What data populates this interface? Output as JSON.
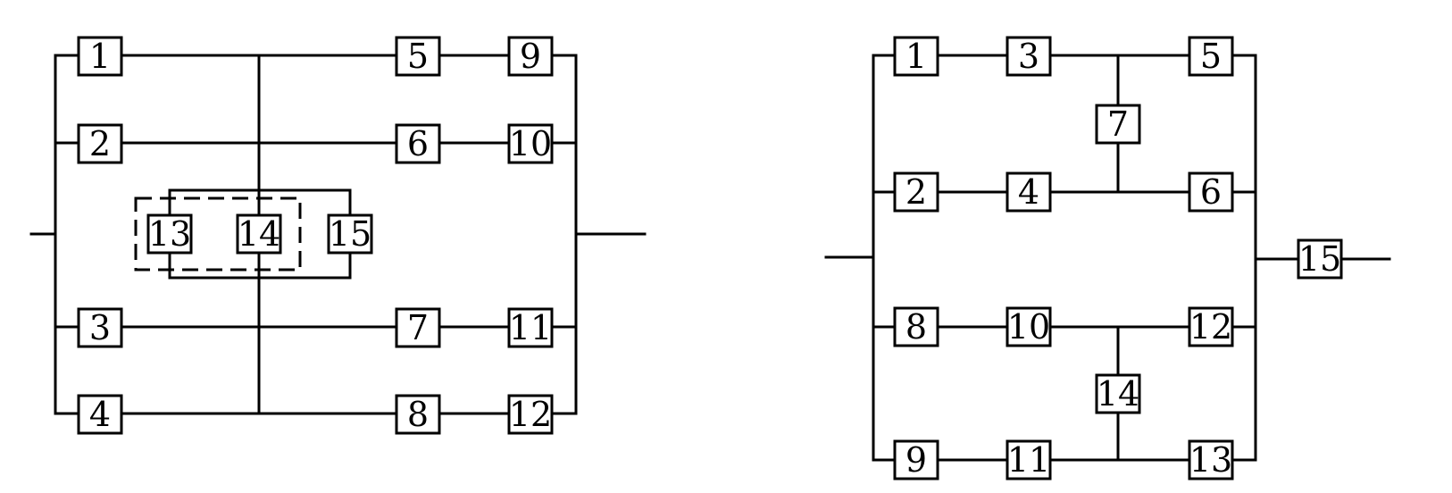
{
  "diagram_left": {
    "blocks": [
      "1",
      "2",
      "3",
      "4",
      "5",
      "6",
      "7",
      "8",
      "9",
      "10",
      "11",
      "12",
      "13",
      "14",
      "15"
    ]
  },
  "diagram_right": {
    "blocks": [
      "1",
      "2",
      "3",
      "4",
      "5",
      "6",
      "7",
      "8",
      "9",
      "10",
      "11",
      "12",
      "13",
      "14",
      "15"
    ]
  }
}
